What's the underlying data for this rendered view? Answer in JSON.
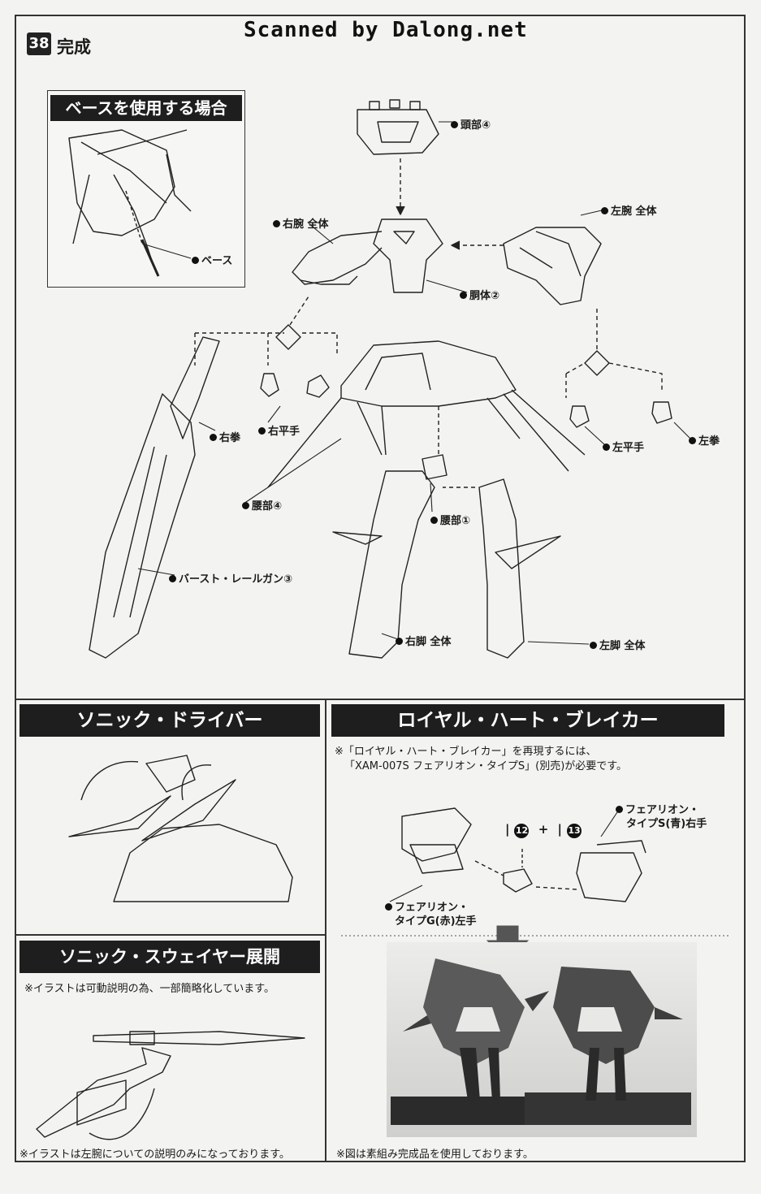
{
  "watermark": "Scanned by Dalong.net",
  "step": {
    "number": "38",
    "title": "完成"
  },
  "inset": {
    "title": "ベースを使用する場合",
    "label_base": "ベース"
  },
  "main_labels": {
    "head": "頭部④",
    "right_arm": "右腕 全体",
    "left_arm": "左腕 全体",
    "torso": "胴体②",
    "right_fist": "右拳",
    "right_flat_hand": "右平手",
    "left_flat_hand": "左平手",
    "left_fist": "左拳",
    "waist_4": "腰部④",
    "waist_1": "腰部①",
    "railgun": "バースト・レールガン③",
    "right_leg": "右脚 全体",
    "left_leg": "左脚 全体"
  },
  "sonic_driver": {
    "title": "ソニック・ドライバー"
  },
  "sonic_swayer": {
    "title": "ソニック・スウェイヤー展開",
    "note_top": "※イラストは可動説明の為、一部簡略化しています。",
    "note_bottom": "※イラストは左腕についての説明のみになっております。"
  },
  "royal_heart": {
    "title": "ロイヤル・ハート・ブレイカー",
    "note_line1": "※「ロイヤル・ハート・ブレイカー」を再現するには、",
    "note_line2": "「XAM-007S フェアリオン・タイプS」(別売)が必要です。",
    "part_a": "12",
    "part_b": "13",
    "plus": "+",
    "label_s_line1": "フェアリオン・",
    "label_s_line2": "タイプS(青)右手",
    "label_g_line1": "フェアリオン・",
    "label_g_line2": "タイプG(赤)左手",
    "photo_note": "※図は素組み完成品を使用しております。"
  }
}
